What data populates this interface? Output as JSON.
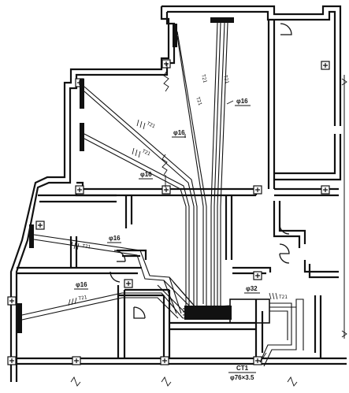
{
  "drawing": {
    "description_hidden": "",
    "pipe_labels": {
      "l1": "φ16",
      "l2": "φ16",
      "l3": "φ16",
      "l4": "φ16",
      "l5": "φ16",
      "l6": "φ32",
      "l7": "CT1",
      "l8": "φ76×3.5"
    },
    "cable_codes": {
      "c1": "T21",
      "c2": "T21",
      "c3": "T21",
      "c4": "T21",
      "c5": "T21",
      "c6": "T21",
      "c7": "T21",
      "c8": "T21"
    },
    "colors": {
      "line": "#111111",
      "background": "#ffffff"
    }
  }
}
